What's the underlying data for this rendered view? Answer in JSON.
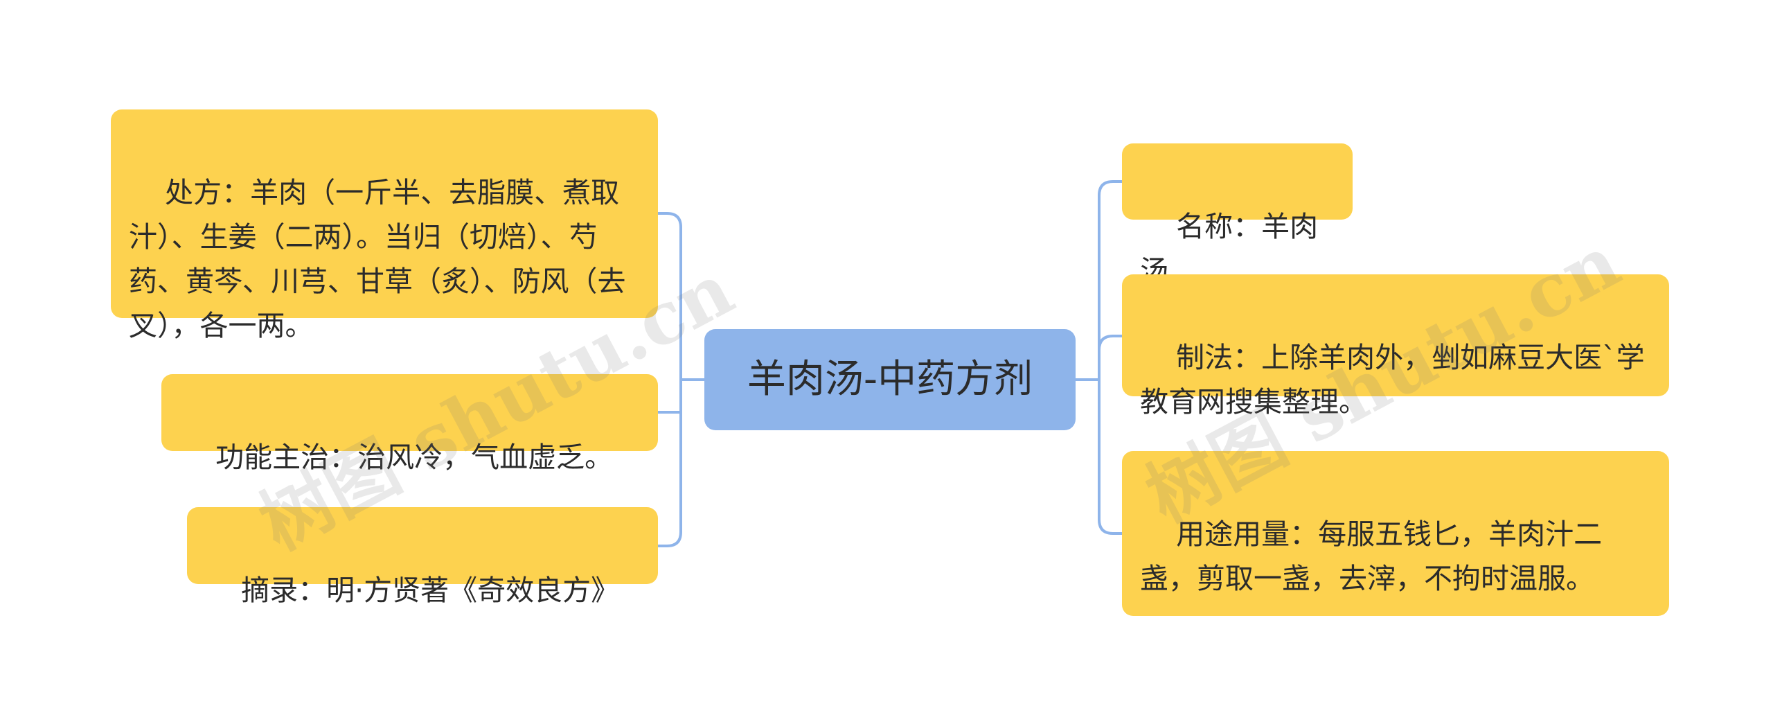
{
  "colors": {
    "node_fill": "#fdd24f",
    "center_fill": "#8eb4ea",
    "connector": "#8eb4ea",
    "text": "#2b2b2b",
    "background": "#ffffff"
  },
  "center": {
    "label": "羊肉汤-中药方剂"
  },
  "left_nodes": [
    {
      "label": "处方：羊肉（一斤半、去脂膜、煮取汁）、生姜（二两）。当归（切焙）、芍药、黄芩、川芎、甘草（炙）、防风（去叉），各一两。"
    },
    {
      "label": "功能主治：治风冷，气血虚乏。"
    },
    {
      "label": "摘录：明·方贤著《奇效良方》"
    }
  ],
  "right_nodes": [
    {
      "label": "名称：羊肉汤"
    },
    {
      "label": "制法：上除羊肉外，剉如麻豆大医`学教育网搜集整理。"
    },
    {
      "label": "用途用量：每服五钱匕，羊肉汁二盏，剪取一盏，去滓，不拘时温服。"
    }
  ],
  "watermarks": [
    {
      "text": "树图 shutu.cn"
    },
    {
      "text": "树图 shutu.cn"
    }
  ]
}
